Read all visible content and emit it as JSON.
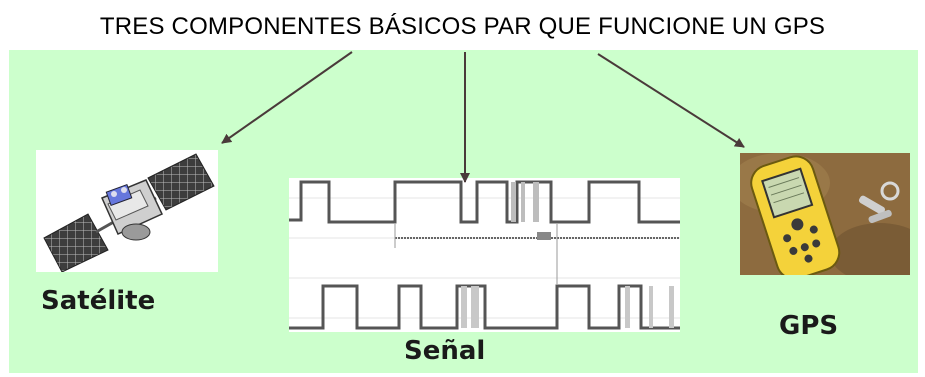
{
  "title": "TRES COMPONENTES BÁSICOS PAR QUE FUNCIONE UN GPS",
  "labels": {
    "satellite": "Satélite",
    "signal": "Señal",
    "gps": "GPS"
  },
  "colors": {
    "panel": "#ccffcc",
    "arrow": "#4a3a3a"
  },
  "icons": {
    "satellite": "satellite-image",
    "signal": "signal-waveform-image",
    "gps": "gps-receiver-image"
  }
}
